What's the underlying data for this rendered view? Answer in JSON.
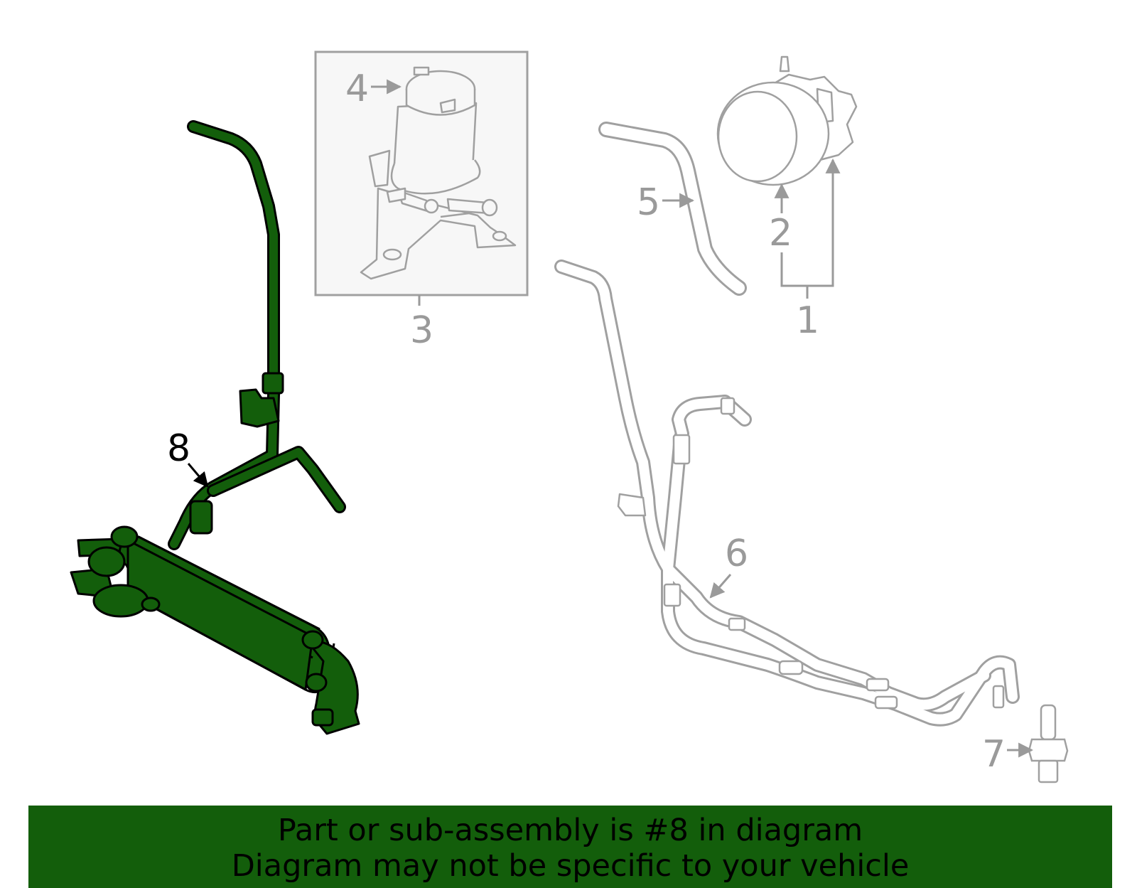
{
  "colors": {
    "highlight_fill": "#135e0b",
    "banner_background": "#135e0b",
    "line_gray": "#a0a0a0",
    "label_gray": "#9a9a9a",
    "inset_background": "#f7f7f7"
  },
  "callouts": {
    "c1": "1",
    "c2": "2",
    "c3": "3",
    "c4": "4",
    "c5": "5",
    "c6": "6",
    "c7": "7",
    "c8": "8"
  },
  "highlighted_part": "8",
  "banner": {
    "line1": "Part or sub-assembly is #8 in diagram",
    "line2": "Diagram may not be specific to your vehicle"
  }
}
